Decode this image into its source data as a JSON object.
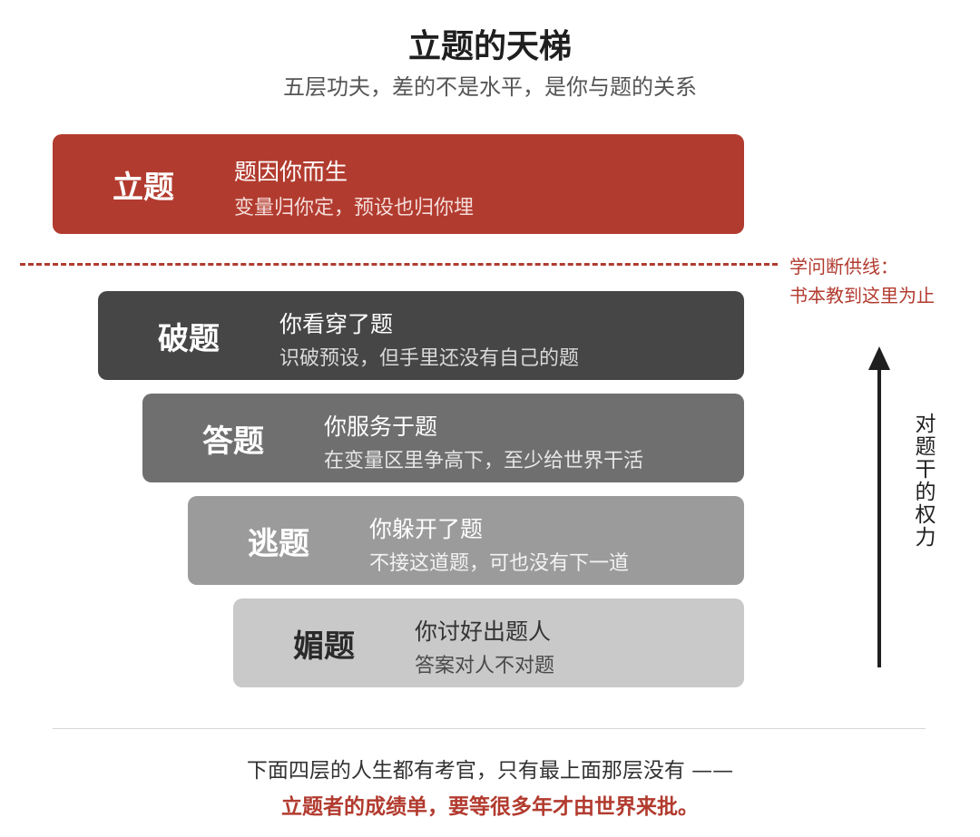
{
  "title": "立题的天梯",
  "subtitle": "五层功夫，差的不是水平，是你与题的关系",
  "tiers": [
    {
      "name": "立题",
      "headline": "题因你而生",
      "description": "变量归你定，预设也归你埋",
      "color": "#b23b2f",
      "text_color": "#ffffff"
    },
    {
      "name": "破题",
      "headline": "你看穿了题",
      "description": "识破预设，但手里还没有自己的题",
      "color": "#464646",
      "text_color": "#ffffff"
    },
    {
      "name": "答题",
      "headline": "你服务于题",
      "description": "在变量区里争高下，至少给世界干活",
      "color": "#6f6f6f",
      "text_color": "#ffffff"
    },
    {
      "name": "逃题",
      "headline": "你躲开了题",
      "description": "不接这道题，可也没有下一道",
      "color": "#9b9b9b",
      "text_color": "#ffffff"
    },
    {
      "name": "媚题",
      "headline": "你讨好出题人",
      "description": "答案对人不对题",
      "color": "#c9c9c9",
      "text_color": "#333333"
    }
  ],
  "divider_note": {
    "line1": "学问断供线：",
    "line2": "书本教到这里为止"
  },
  "axis_label": "对题干的权力",
  "footer": {
    "line1": "下面四层的人生都有考官，只有最上面那层没有 ——",
    "line2": "立题者的成绩单，要等很多年才由世界来批。"
  },
  "colors": {
    "accent": "#b23b2f",
    "arrow": "#1f1f1f"
  }
}
